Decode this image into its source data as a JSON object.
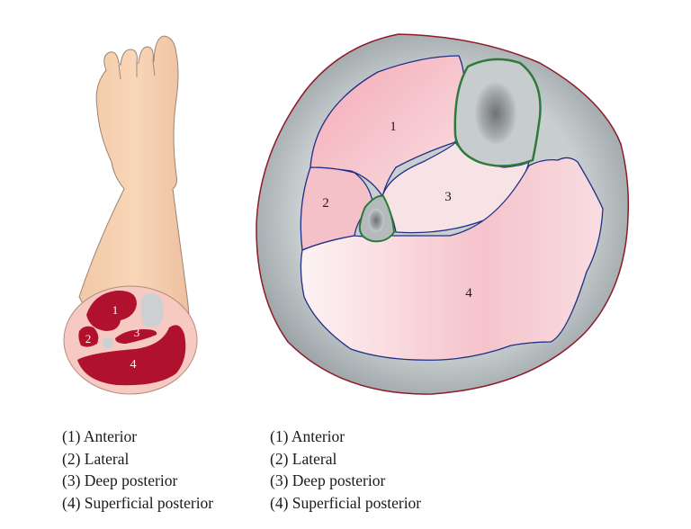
{
  "figure": {
    "left_illustration": {
      "description": "Lower leg and foot with transverse cross-section",
      "labels": [
        "1",
        "2",
        "3",
        "4"
      ]
    },
    "right_illustration": {
      "description": "Enlarged cross-section of lower leg compartments",
      "labels": [
        "1",
        "2",
        "3",
        "4"
      ]
    },
    "colors": {
      "skin": "#f5cfae",
      "muscle_dark": "#b0122d",
      "fascia_gray": "#a9b0b3",
      "muscle_light": "#f3b9c1",
      "outline_blue": "#1f2f86",
      "bone_outline_green": "#2d7a3a",
      "outer_outline_red": "#8e1b25"
    }
  },
  "legend_left": [
    "(1) Anterior",
    "(2) Lateral",
    "(3) Deep posterior",
    "(4) Superficial posterior"
  ],
  "legend_right": [
    "(1) Anterior",
    "(2) Lateral",
    "(3) Deep posterior",
    "(4) Superficial posterior"
  ]
}
